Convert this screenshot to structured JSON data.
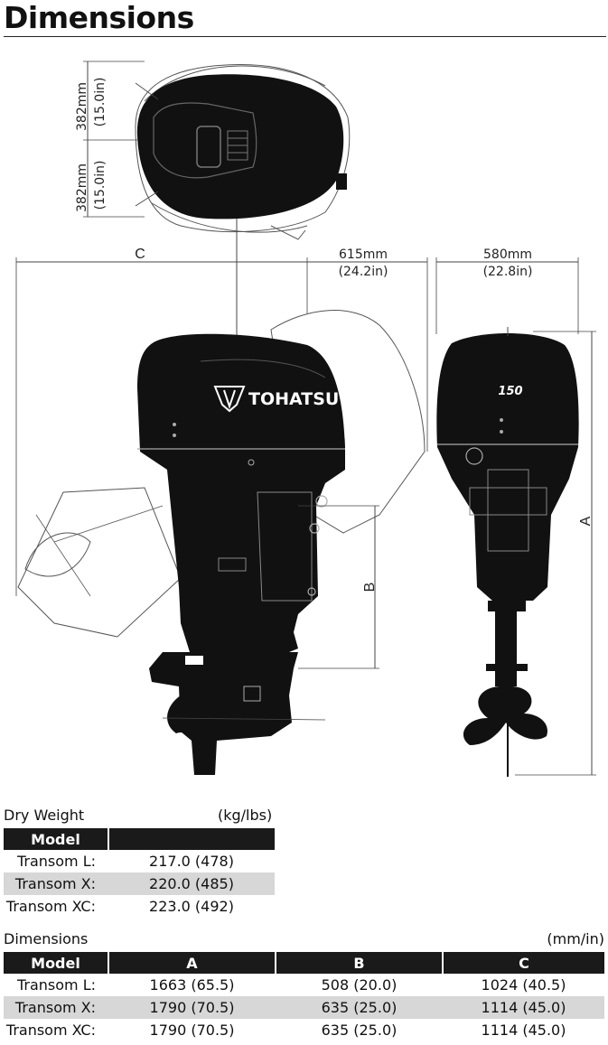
{
  "page": {
    "title": "Dimensions"
  },
  "drawing": {
    "top_dim_upper_mm": "382mm",
    "top_dim_upper_in": "(15.0in)",
    "top_dim_lower_mm": "382mm",
    "top_dim_lower_in": "(15.0in)",
    "label_c": "C",
    "side_tilt_mm": "615mm",
    "side_tilt_in": "(24.2in)",
    "width_mm": "580mm",
    "width_in": "(22.8in)",
    "label_b": "B",
    "label_a": "A",
    "brand": "TOHATSU",
    "model_badge": "150"
  },
  "dry_weight": {
    "title": "Dry Weight",
    "unit": "(kg/lbs)",
    "header": "Model",
    "rows": [
      {
        "model": "Transom L:",
        "value": "217.0 (478)"
      },
      {
        "model": "Transom X:",
        "value": "220.0 (485)"
      },
      {
        "model": "Transom XC:",
        "value": "223.0 (492)"
      }
    ]
  },
  "dimensions_table": {
    "title": "Dimensions",
    "unit": "(mm/in)",
    "headers": [
      "Model",
      "A",
      "B",
      "C"
    ],
    "rows": [
      {
        "model": "Transom L:",
        "a": "1663 (65.5)",
        "b": "508 (20.0)",
        "c": "1024 (40.5)"
      },
      {
        "model": "Transom X:",
        "a": "1790 (70.5)",
        "b": "635 (25.0)",
        "c": "1114 (45.0)"
      },
      {
        "model": "Transom XC:",
        "a": "1790 (70.5)",
        "b": "635 (25.0)",
        "c": "1114 (45.0)"
      }
    ]
  }
}
